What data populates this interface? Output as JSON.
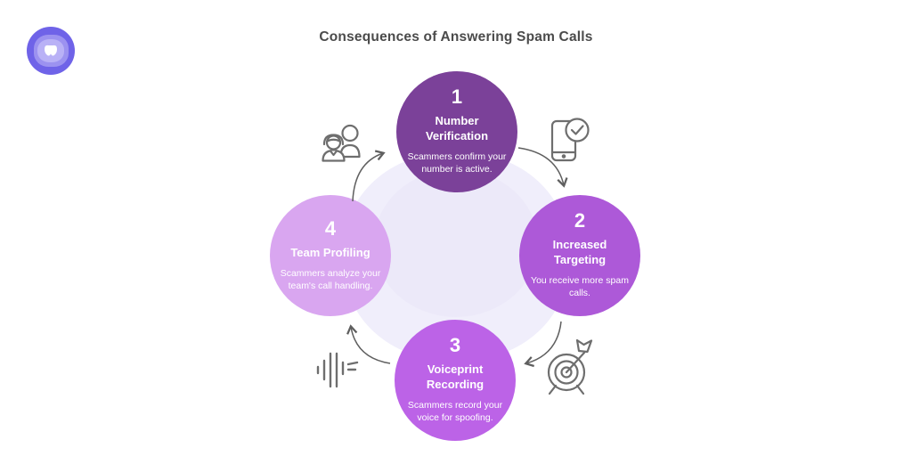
{
  "header": {
    "title": "Consequences of Answering Spam Calls"
  },
  "logo": {
    "outer_color": "#6f63e8",
    "ring_color": "#9c92f0",
    "inner_color": "#b9b1f6",
    "glyph_color": "#ffffff",
    "glyph": "w-mark"
  },
  "diagram": {
    "background_blob_color": "#f0eefb",
    "arrow_color": "#5f5f5f",
    "icon_color": "#6e6e6e",
    "step_text_color": "#ffffff",
    "steps": [
      {
        "number": "1",
        "title": "Number Verification",
        "description": "Scammers confirm your number is active.",
        "color": "#7b4199"
      },
      {
        "number": "2",
        "title": "Increased Targeting",
        "description": "You receive more spam calls.",
        "color": "#ad59d8"
      },
      {
        "number": "3",
        "title": "Voiceprint Recording",
        "description": "Scammers record your voice for spoofing.",
        "color": "#bc63e7"
      },
      {
        "number": "4",
        "title": "Team Profiling",
        "description": "Scammers analyze your team's call handling.",
        "color": "#d9a6f0"
      }
    ],
    "icons": [
      "team-members-icon",
      "phone-verified-icon",
      "dart-target-icon",
      "voice-waveform-icon"
    ]
  }
}
